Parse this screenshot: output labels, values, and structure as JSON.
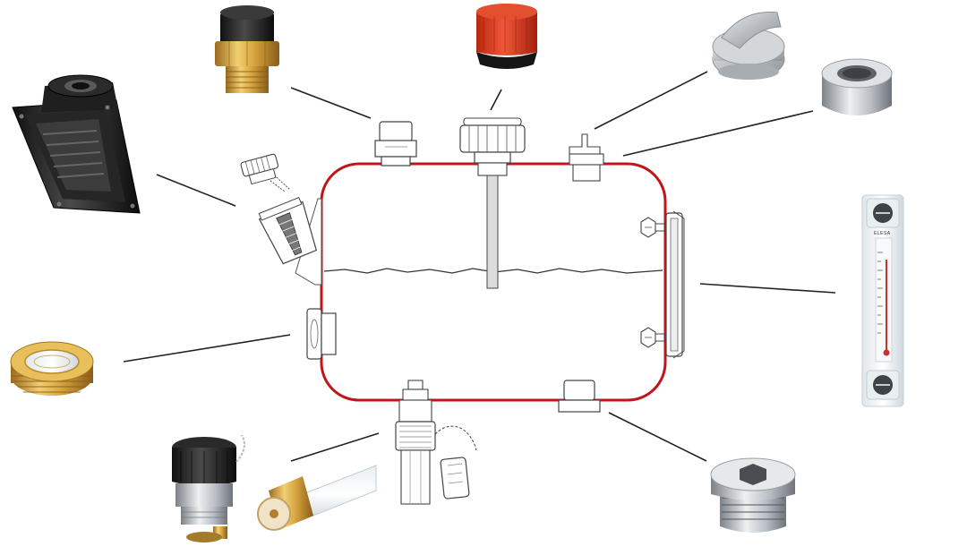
{
  "diagram": {
    "tank_outline_color": "#c0161b",
    "leader_line_color": "#222222",
    "level_gauge": {
      "brand_text": "ELESA"
    },
    "components": [
      {
        "id": "filler-strainer-cap",
        "icon": "filler-strainer-icon"
      },
      {
        "id": "breather-cap-brass",
        "icon": "breather-cap-icon"
      },
      {
        "id": "breather-cap-orange",
        "icon": "breather-cap-orange-icon"
      },
      {
        "id": "filler-plug-aluminium",
        "icon": "filler-plug-icon"
      },
      {
        "id": "weld-socket",
        "icon": "weld-socket-icon"
      },
      {
        "id": "column-level-indicator",
        "icon": "level-gauge-icon"
      },
      {
        "id": "oil-level-sight-glass",
        "icon": "sight-glass-icon"
      },
      {
        "id": "drain-valve-with-hose",
        "icon": "drain-valve-icon"
      },
      {
        "id": "hex-socket-drain-plug",
        "icon": "drain-plug-icon"
      }
    ]
  }
}
